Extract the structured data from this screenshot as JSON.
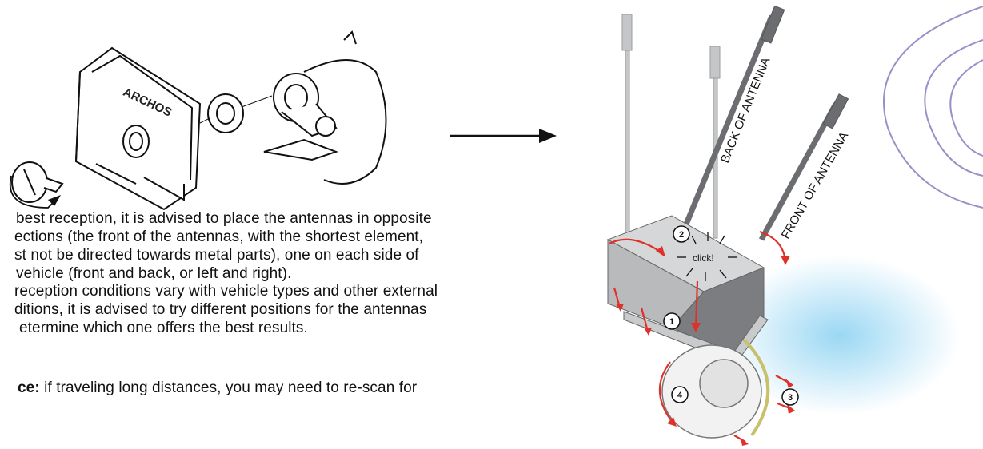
{
  "diagram": {
    "bracket_brand": "ARCHOS",
    "click_label": "click!",
    "back_label": "BACK OF ANTENNA",
    "front_label": "FRONT OF ANTENNA",
    "steps": [
      "1",
      "2",
      "3",
      "4"
    ]
  },
  "text": {
    "p1_lines": [
      "best reception, it is advised to place the antennas in opposite",
      "ections (the front of the antennas, with the shortest element,",
      "st not be directed towards metal parts), one on each side of",
      "vehicle (front and back, or left and right)."
    ],
    "p2_lines": [
      "reception conditions vary with vehicle types and other external",
      "ditions, it is advised to try different positions for the antennas",
      "etermine which one offers the best results."
    ],
    "note_label": "ce:",
    "note_text": " if traveling long distances, you may need to re-scan for"
  },
  "colors": {
    "accent_red": "#e0302a",
    "antenna_dark": "#6b6d70",
    "antenna_light": "#c4c6c8",
    "signal_wave": "#9a90c8",
    "glow_blue": "#8fd3f2"
  }
}
